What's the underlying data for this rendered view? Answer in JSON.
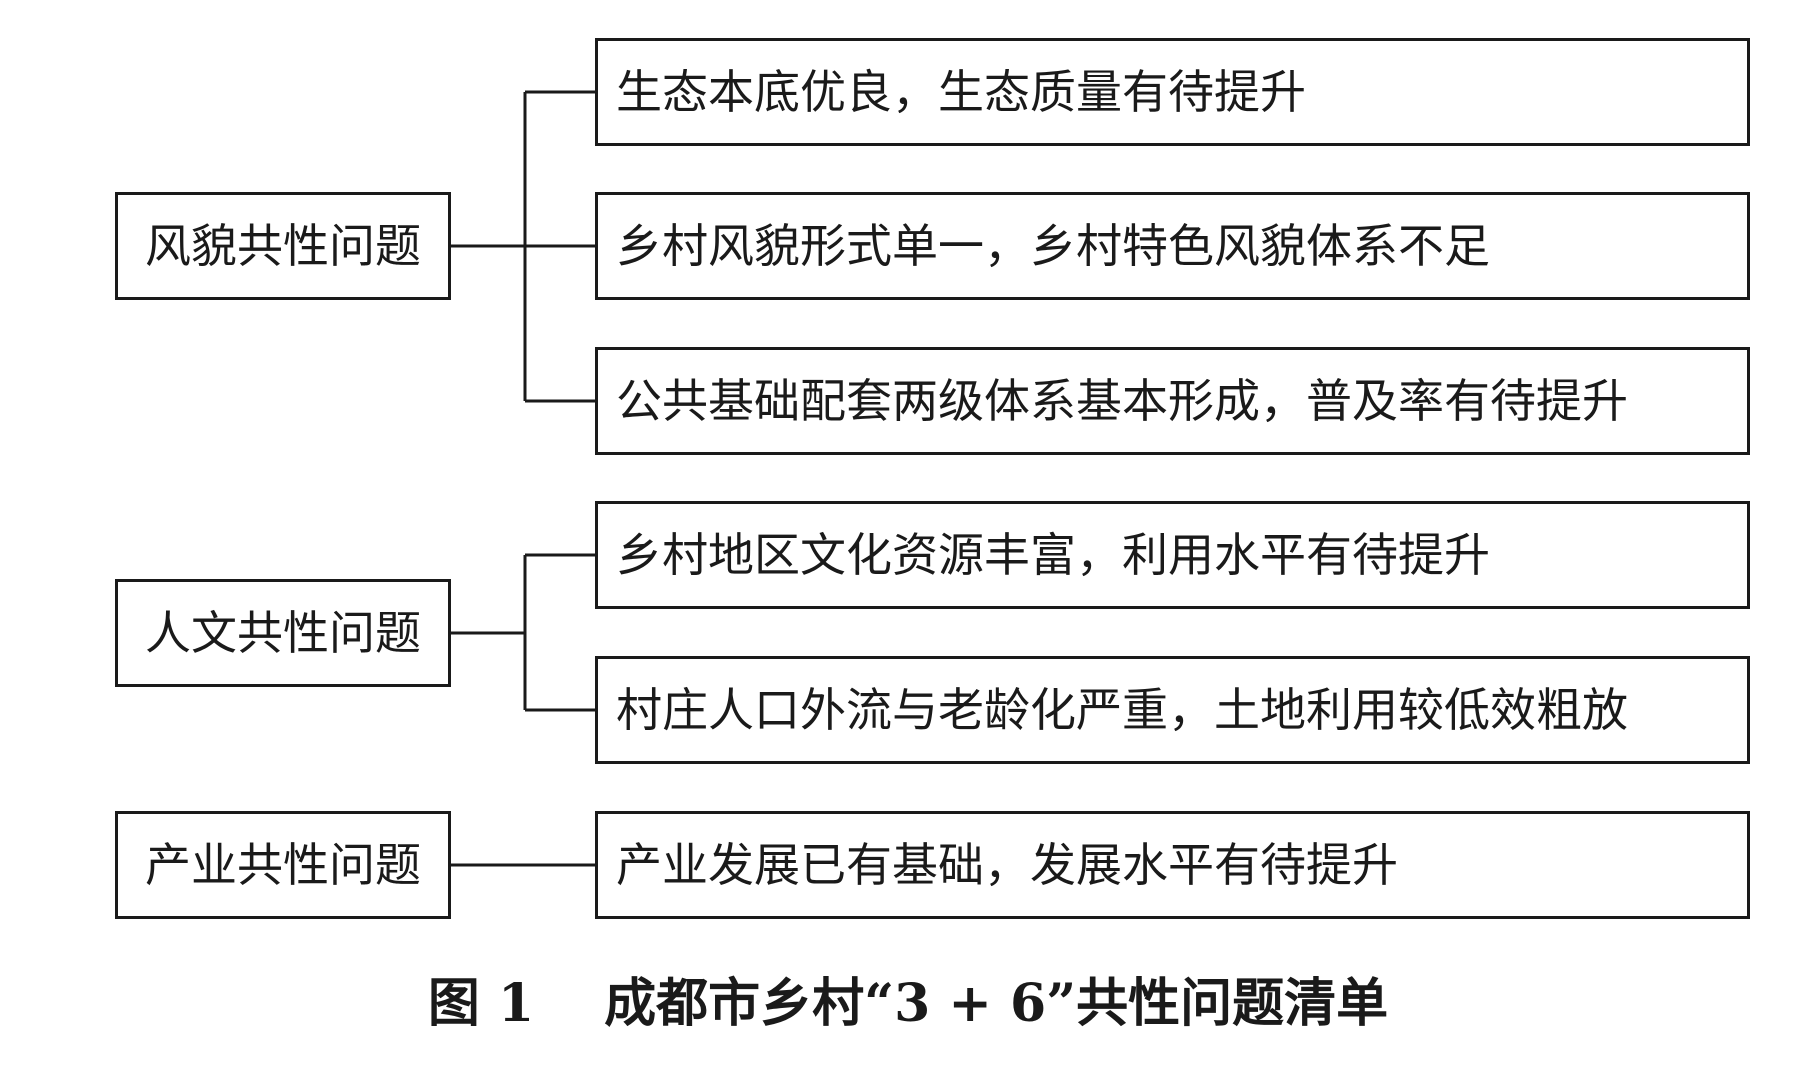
{
  "groups": [
    {
      "label": "风貌共性问题",
      "items": [
        "生态本底优良，生态质量有待提升",
        "乡村风貌形式单一，乡村特色风貌体系不足",
        "公共基础配套两级体系基本形成，普及率有待提升"
      ]
    },
    {
      "label": "人文共性问题",
      "items": [
        "乡村地区文化资源丰富，利用水平有待提升",
        "村庄人口外流与老龄化严重，土地利用较低效粗放"
      ]
    },
    {
      "label": "产业共性问题",
      "items": [
        "产业发展已有基础，发展水平有待提升"
      ]
    }
  ],
  "caption": {
    "number": "图 1",
    "title": "成都市乡村“3 + 6”共性问题清单"
  }
}
